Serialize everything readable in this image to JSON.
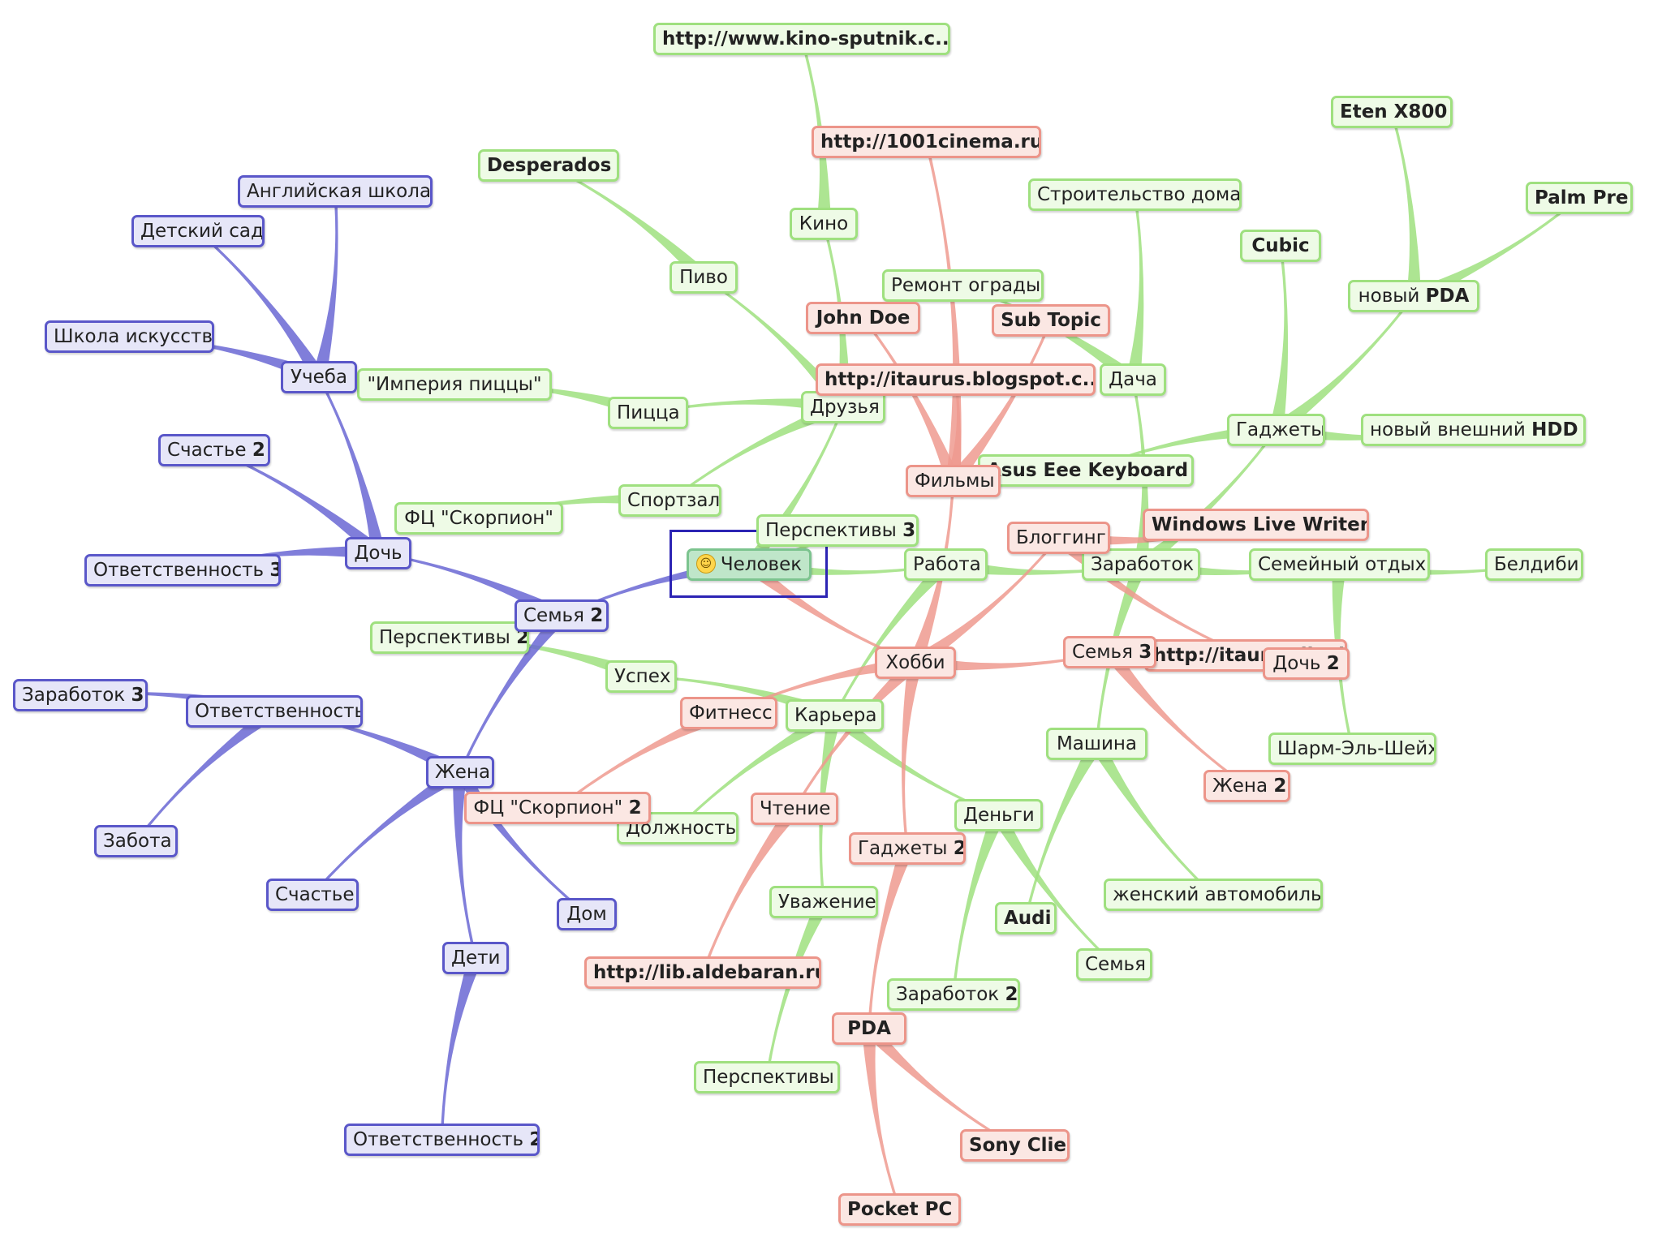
{
  "colors": {
    "blue": "#6a67d4",
    "green": "#9fe07f",
    "red": "#ee9a8f",
    "selection": "#2c24b4"
  },
  "center": {
    "label": "Человек",
    "icon": "smiley-icon"
  },
  "nodes": {
    "kino_sputnik": "http://www.kino-sputnik.c...",
    "cinema1001": "http://1001cinema.ru",
    "eten": "Eten X800",
    "desperados": "Desperados",
    "english_school": "Английская школа",
    "kino": "Кино",
    "stroitelstvo": "Строительство дома",
    "palm": "Palm Pre",
    "kindergarten": "Детский сад",
    "cubic": "Cubic",
    "pivo": "Пиво",
    "remont": "Ремонт ограды",
    "novyi_pda_a": "новый ",
    "novyi_pda_b": "PDA",
    "john": "John Doe",
    "subtopic": "Sub Topic",
    "art_school": "Школа искусств",
    "ucheba": "Учеба",
    "imperia": "\"Империя пиццы\"",
    "itaurus": "http://itaurus.blogspot.c...",
    "dacha": "Дача",
    "druzya": "Друзья",
    "pizza": "Пицца",
    "gadzhety": "Гаджеты",
    "hdd_a": "новый внешний ",
    "hdd_b": "HDD",
    "schaste2_a": "Счастье ",
    "schaste2_b": "2",
    "asus": "Asus Eee Keyboard",
    "filmy": "Фильмы",
    "sportzal": "Спортзал",
    "fc_scorpion": "ФЦ \"Скорпион\"",
    "wlw": "Windows Live Writer",
    "perspektivy3_a": "Перспективы ",
    "perspektivy3_b": "3",
    "blogging": "Блоггинг",
    "doch": "Дочь",
    "otvetstvennost3_a": "Ответственность ",
    "otvetstvennost3_b": "3",
    "rabota": "Работа",
    "zarabotok": "Заработок",
    "semeinyi": "Семейный отдых",
    "beldibi": "Белдиби",
    "semya2_a": "Семья ",
    "semya2_b": "2",
    "perspektivy2_a": "Перспективы ",
    "perspektivy2_b": "2",
    "hobbi": "Хобби",
    "semya3_a": "Семья ",
    "semya3_b": "3",
    "itaurus_live": "http://itaurus.livejournal.com",
    "doch2_a": "Дочь ",
    "doch2_b": "2",
    "uspekh": "Успех",
    "zarabotok3_a": "Заработок ",
    "zarabotok3_b": "3",
    "otvetstvennost": "Ответственность",
    "fitness": "Фитнесс",
    "kariera": "Карьера",
    "mashina": "Машина",
    "sharm": "Шарм-Эль-Шейх",
    "zhena": "Жена",
    "zhena2_a": "Жена ",
    "zhena2_b": "2",
    "fc_scorpion2_a": "ФЦ \"Скорпион\" ",
    "fc_scorpion2_b": "2",
    "chtenie": "Чтение",
    "dengi": "Деньги",
    "dolzhnost": "Должность",
    "zabota": "Забота",
    "gadzhety2_a": "Гаджеты ",
    "gadzhety2_b": "2",
    "schaste": "Счастье",
    "uvazhenie": "Уважение",
    "zhenskii": "женский автомобиль",
    "dom": "Дом",
    "audi": "Audi",
    "deti": "Дети",
    "lib": "http://lib.aldebaran.ru",
    "semya": "Семья",
    "zarabotok2_a": "Заработок ",
    "zarabotok2_b": "2",
    "pda": "PDA",
    "perspektivy": "Перспективы",
    "otvetstvennost2_a": "Ответственность ",
    "otvetstvennost2_b": "2",
    "sony": "Sony Clie",
    "pocket": "Pocket PC"
  }
}
